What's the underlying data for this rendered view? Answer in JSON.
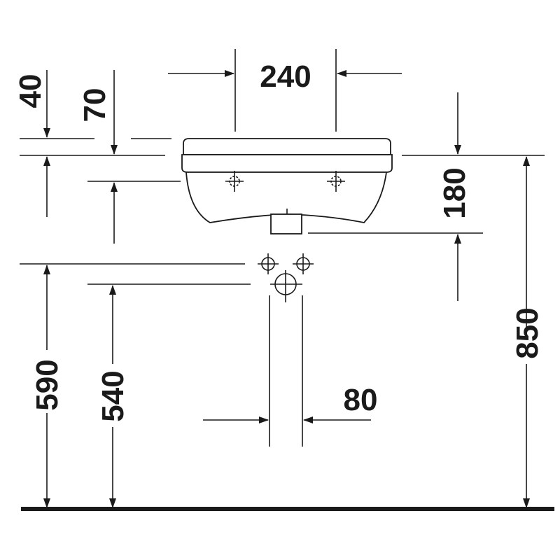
{
  "dimensions": {
    "tap_spacing": "240",
    "top_edge_40": "40",
    "rim_70": "70",
    "basin_depth_180": "180",
    "total_height_850": "850",
    "inlet_height_590": "590",
    "waste_height_540": "540",
    "pipe_width_80": "80"
  }
}
